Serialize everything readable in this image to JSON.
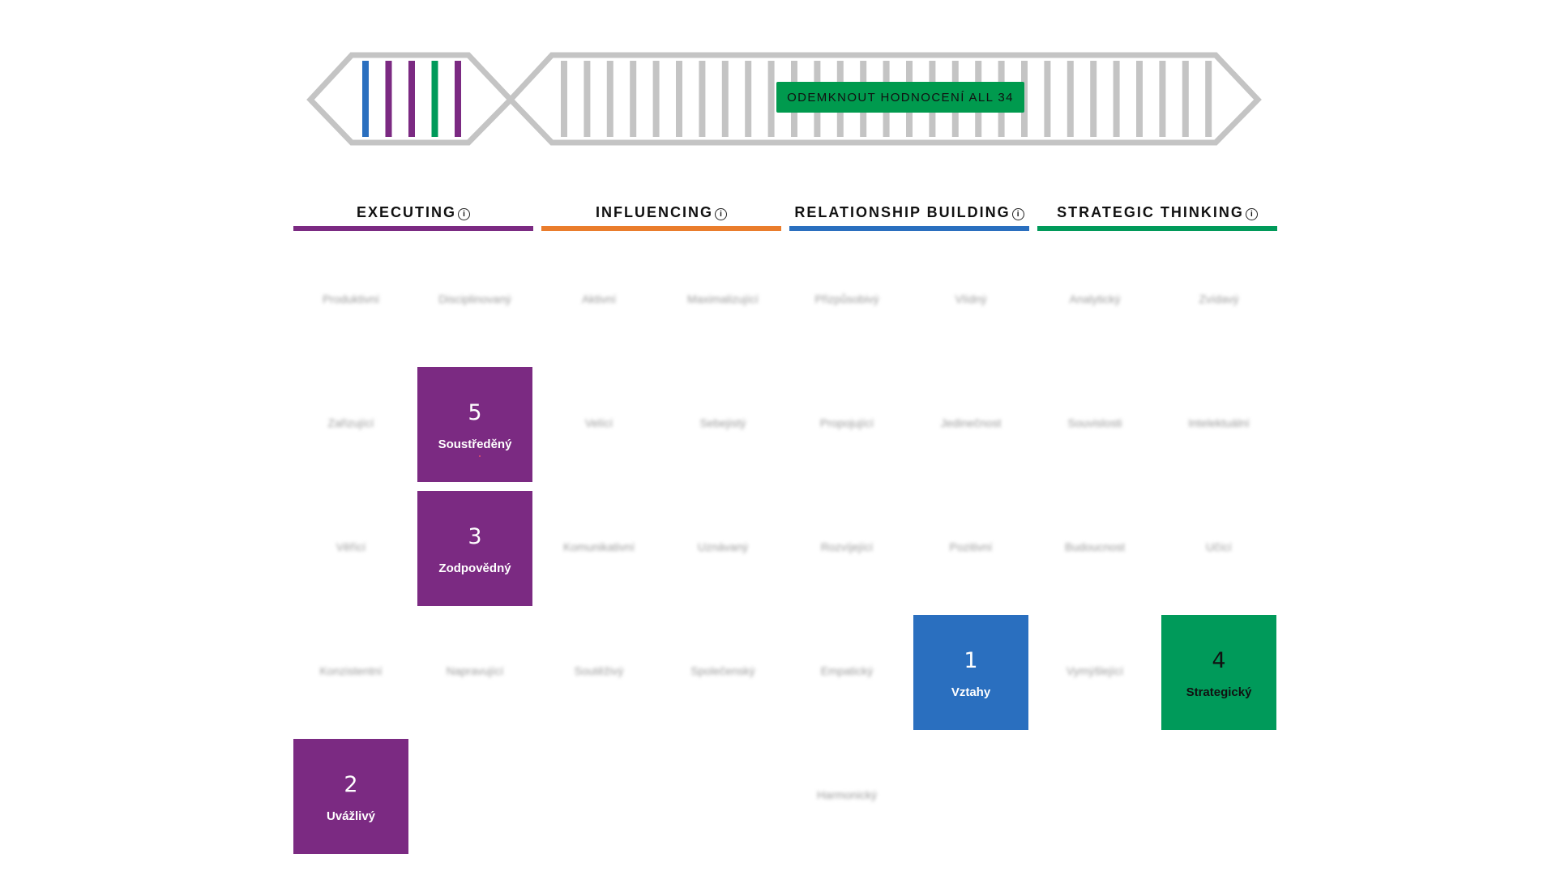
{
  "banner": {
    "unlock_label": "ODEMKNOUT HODNOCENÍ ALL 34",
    "top_five_colors": [
      "#2a6fbf",
      "#7b2a82",
      "#7b2a82",
      "#009a5a",
      "#7b2a82"
    ],
    "strand_color": "#c4c4c4",
    "button_color": "#009a4e"
  },
  "domains": [
    {
      "title": "EXECUTING",
      "info_icon": "info-icon",
      "color": "#7b2a82"
    },
    {
      "title": "INFLUENCING",
      "info_icon": "info-icon",
      "color": "#ea7d2c"
    },
    {
      "title": "RELATIONSHIP BUILDING",
      "info_icon": "info-icon",
      "color": "#2a6fbf"
    },
    {
      "title": "STRATEGIC THINKING",
      "info_icon": "info-icon",
      "color": "#009a5a"
    }
  ],
  "grid": {
    "hidden_labels": [
      [
        "Produktivní",
        "Disciplinovaný",
        "Aktivní",
        "Maximalizující",
        "Přizpůsobivý",
        "Vlídný",
        "Analytický",
        "Zvídavý"
      ],
      [
        "Zařizující",
        "",
        "Velící",
        "Sebejistý",
        "Propojující",
        "Jedinečnost",
        "Souvislosti",
        "Intelektuální"
      ],
      [
        "Věřící",
        "",
        "Komunikativní",
        "Uznávaný",
        "Rozvíjející",
        "Pozitivní",
        "Budoucnost",
        "Učící"
      ],
      [
        "Konzistentní",
        "Napravující",
        "Soutěživý",
        "Společenský",
        "Empatický",
        "",
        "Vymýšlející",
        ""
      ],
      [
        "",
        "",
        "",
        "",
        "Harmonický",
        "",
        "",
        ""
      ]
    ]
  },
  "top_themes": [
    {
      "rank": "5",
      "name": "Soustředěný",
      "color": "#7b2a82"
    },
    {
      "rank": "3",
      "name": "Zodpovědný",
      "color": "#7b2a82"
    },
    {
      "rank": "1",
      "name": "Vztahy",
      "color": "#2a6fbf"
    },
    {
      "rank": "4",
      "name": "Strategický",
      "color": "#009a5a"
    },
    {
      "rank": "2",
      "name": "Uvážlivý",
      "color": "#7b2a82"
    }
  ]
}
